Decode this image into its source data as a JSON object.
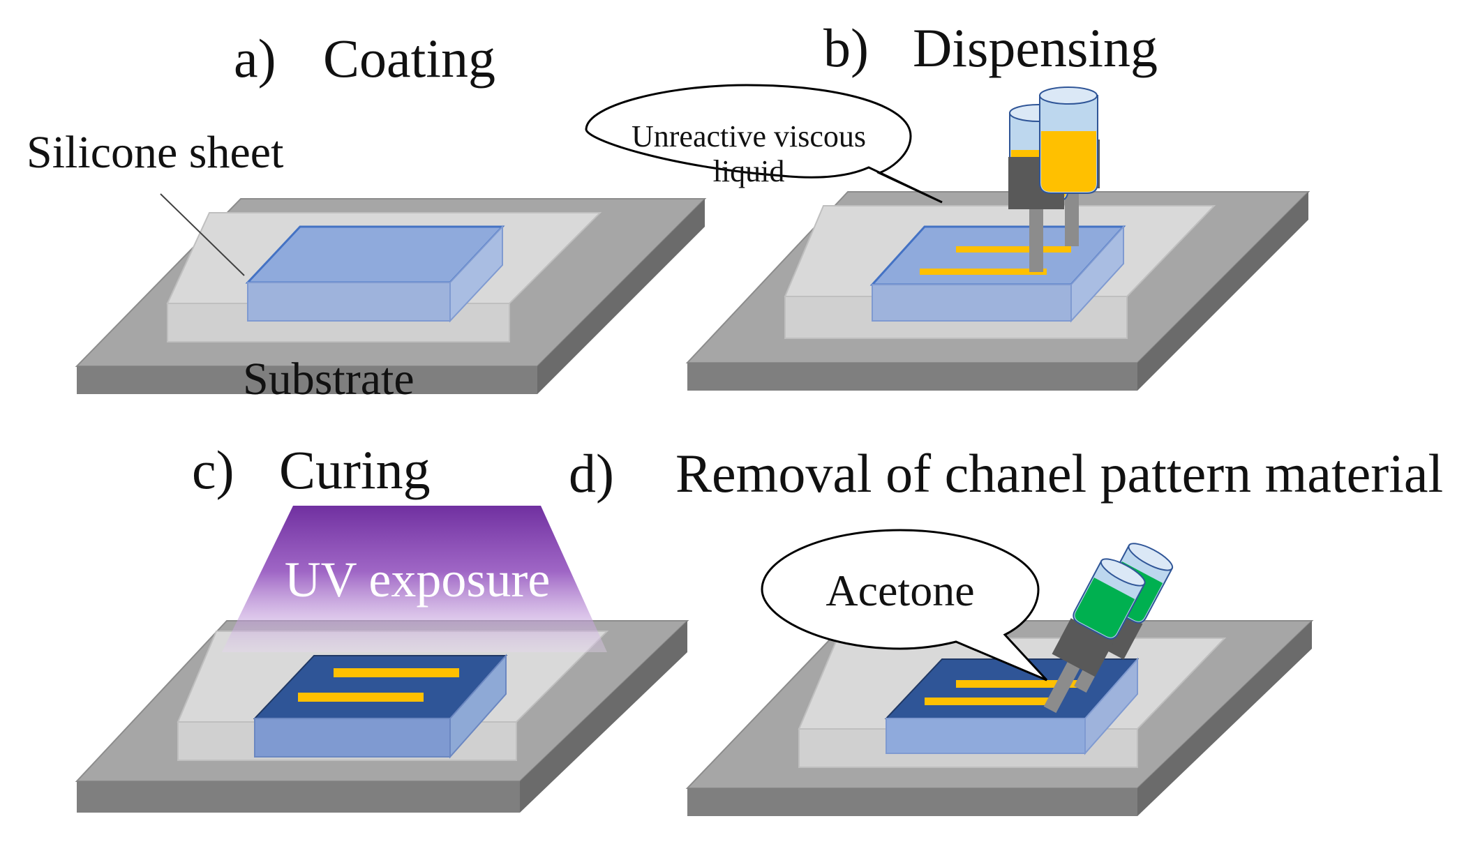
{
  "panels": {
    "a": {
      "letter": "a)",
      "title": "Coating"
    },
    "b": {
      "letter": "b)",
      "title": "Dispensing"
    },
    "c": {
      "letter": "c)",
      "title": "Curing"
    },
    "d": {
      "letter": "d)",
      "title": "Removal of chanel pattern material"
    }
  },
  "labels": {
    "silicone_sheet": "Silicone sheet",
    "substrate": "Substrate",
    "uv_exposure": "UV exposure"
  },
  "bubbles": {
    "dispensing_line1": "Unreactive viscous",
    "dispensing_line2": "liquid",
    "removal": "Acetone"
  },
  "colors": {
    "substrate_top": "#a6a6a6",
    "substrate_side": "#7f7f7f",
    "silicone_sheet": "#d9d9d9",
    "uncured_layer": "#8faadc",
    "cured_layer": "#2f5597",
    "channel_liquid": "#ffc000",
    "acetone": "#00b050",
    "uv_light": "#7030a0"
  }
}
